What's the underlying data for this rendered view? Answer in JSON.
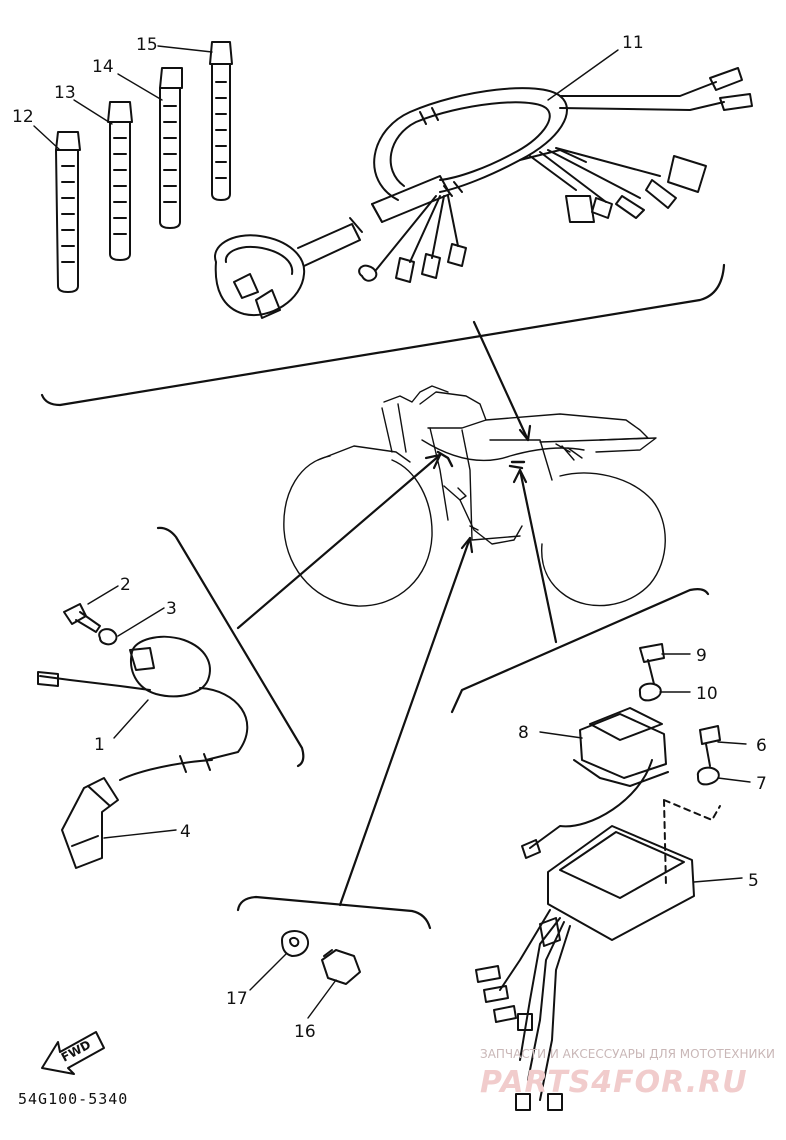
{
  "diagram_code": "54G100-5340",
  "fwd_label": "FWD",
  "watermark": {
    "caption": "ЗАПЧАСТИ И АКСЕССУАРЫ ДЛЯ МОТОТЕХНИКИ",
    "brand": "PARTS4FOR.RU"
  },
  "callouts": {
    "p1": "1",
    "p2": "2",
    "p3": "3",
    "p4": "4",
    "p5": "5",
    "p6": "6",
    "p7": "7",
    "p8": "8",
    "p9": "9",
    "p10": "10",
    "p11": "11",
    "p12": "12",
    "p13": "13",
    "p14": "14",
    "p15": "15",
    "p16": "16",
    "p17": "17"
  },
  "colors": {
    "ink": "#111111",
    "background": "#ffffff",
    "watermark": "#f1cccc"
  }
}
